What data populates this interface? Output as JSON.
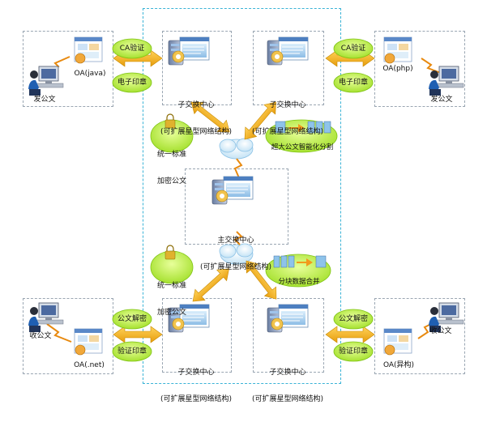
{
  "hub": {
    "line1": "主交换中心",
    "line2": "(可扩展星型网络结构)"
  },
  "sub_centers": {
    "top_left": {
      "line1": "子交换中心",
      "line2": "(可扩展星型网络结构)"
    },
    "top_right": {
      "line1": "子交换中心",
      "line2": "(可扩展星型网络结构)"
    },
    "bottom_left": {
      "line1": "子交换中心",
      "line2": "(可扩展星型网络结构)"
    },
    "bottom_right": {
      "line1": "子交换中心",
      "line2": "(可扩展星型网络结构)"
    }
  },
  "clients": {
    "top_left": {
      "oa": "OA(java)",
      "role": "发公文"
    },
    "top_right": {
      "oa": "OA(php)",
      "role": "发公文"
    },
    "bottom_left": {
      "oa": "OA(.net)",
      "role": "收公文"
    },
    "bottom_right": {
      "oa": "OA(异构)",
      "role": "收公文"
    }
  },
  "clouds": {
    "top_left_ca": "CA验证",
    "top_left_seal": "电子印章",
    "top_right_ca": "CA验证",
    "top_right_seal": "电子印章",
    "bottom_left_decrypt": "公文解密",
    "bottom_left_seal": "验证印章",
    "bottom_right_decrypt": "公文解密",
    "bottom_right_seal": "验证印章",
    "upper_encrypt_l1": "统一标准",
    "upper_encrypt_l2": "加密公文",
    "lower_encrypt_l1": "统一标准",
    "lower_encrypt_l2": "加密公文"
  },
  "banners": {
    "split": "超大公文智能化分割",
    "merge": "分块数据合并"
  },
  "colors": {
    "arrow": "#f2b01e",
    "arrow_dark": "#d28f00",
    "cloud_green": "#b9f23a",
    "cloud_green_edge": "#7fc414",
    "frame": "#3ab3d6",
    "lightning": "#e88a10",
    "network_cloud": "#cfe7f7"
  }
}
